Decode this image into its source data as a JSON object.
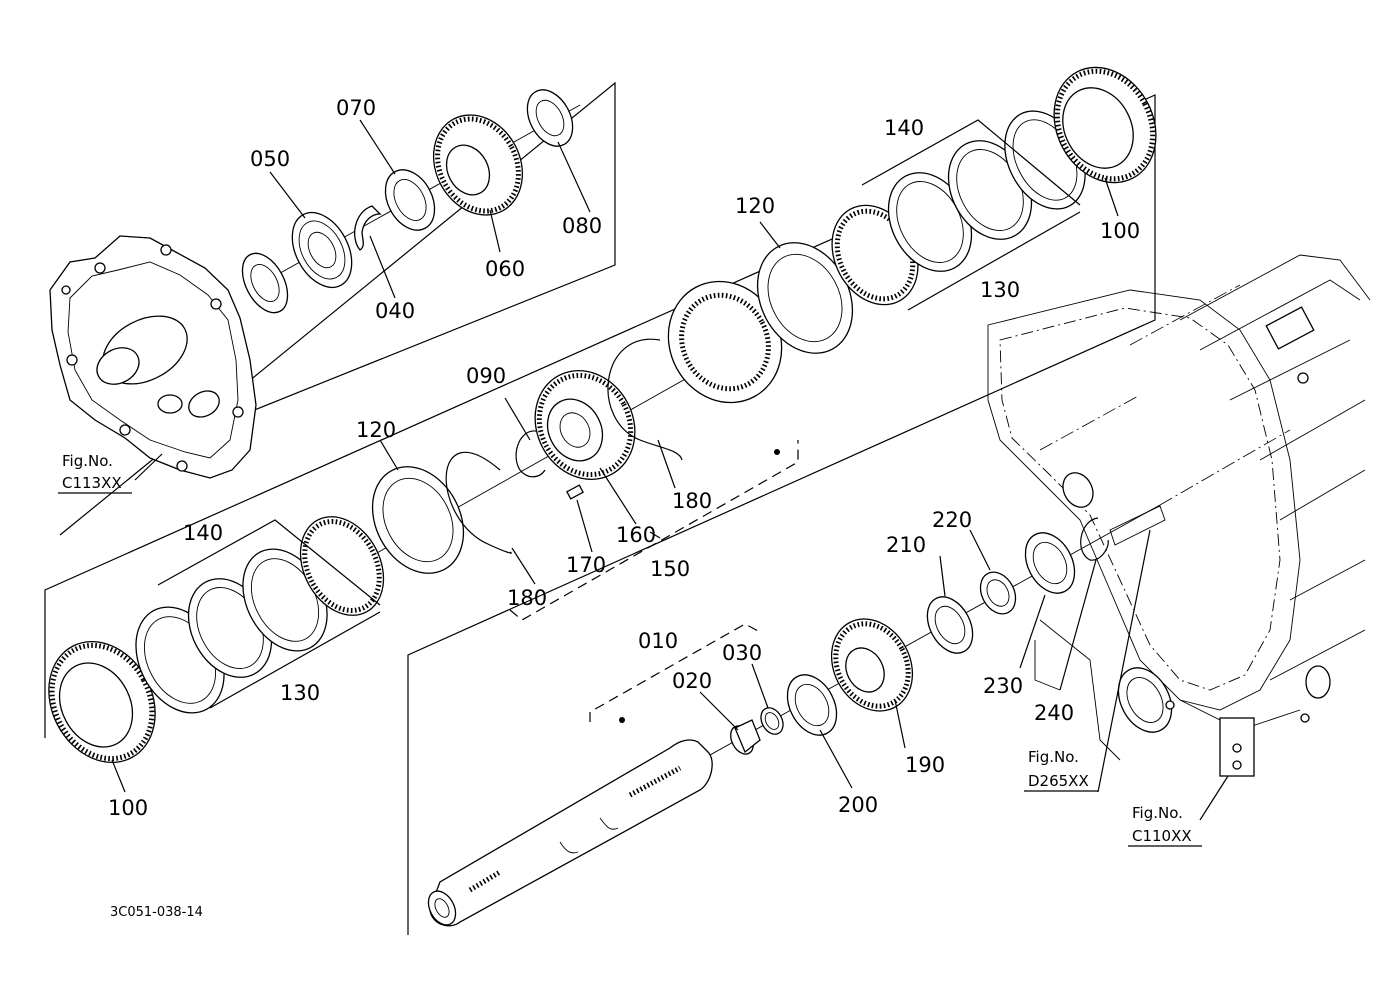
{
  "diagram": {
    "part_labels": {
      "p010": "010",
      "p020": "020",
      "p030": "030",
      "p040": "040",
      "p050": "050",
      "p060": "060",
      "p070": "070",
      "p080": "080",
      "p090": "090",
      "p100a": "100",
      "p100b": "100",
      "p120a": "120",
      "p120b": "120",
      "p130a": "130",
      "p130b": "130",
      "p140a": "140",
      "p140b": "140",
      "p150": "150",
      "p160": "160",
      "p170": "170",
      "p180a": "180",
      "p180b": "180",
      "p190": "190",
      "p200": "200",
      "p210": "210",
      "p220": "220",
      "p230": "230",
      "p240": "240"
    },
    "figure_refs": {
      "c113": {
        "title": "Fig.No.",
        "code": "C113XX"
      },
      "d265": {
        "title": "Fig.No.",
        "code": "D265XX"
      },
      "c110": {
        "title": "Fig.No.",
        "code": "C110XX"
      }
    },
    "drawing_code": "3C051-038-14"
  }
}
